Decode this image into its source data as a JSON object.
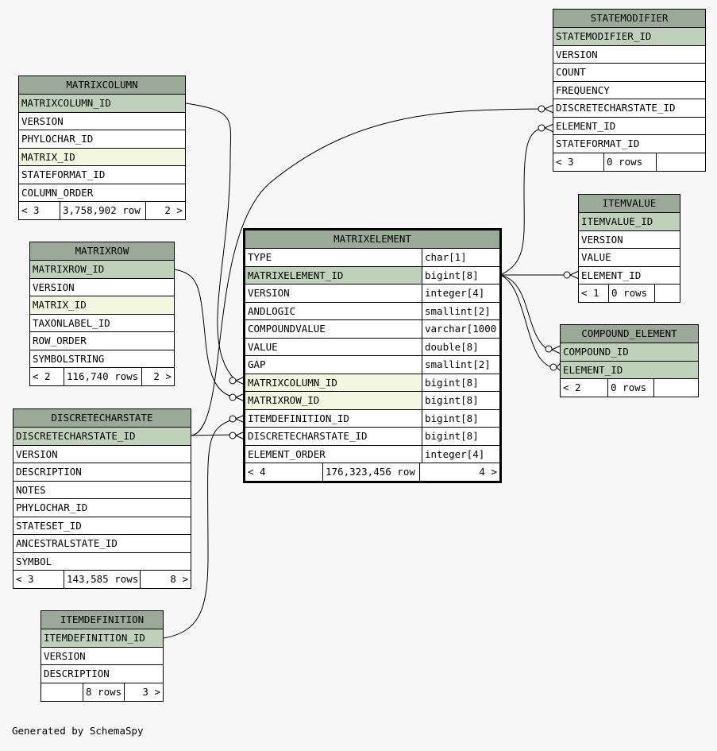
{
  "tables": {
    "statemodifier": {
      "name": "STATEMODIFIER",
      "rows": [
        {
          "name": "STATEMODIFIER_ID",
          "kind": "pk"
        },
        {
          "name": "VERSION",
          "kind": ""
        },
        {
          "name": "COUNT",
          "kind": ""
        },
        {
          "name": "FREQUENCY",
          "kind": ""
        },
        {
          "name": "DISCRETECHARSTATE_ID",
          "kind": ""
        },
        {
          "name": "ELEMENT_ID",
          "kind": ""
        },
        {
          "name": "STATEFORMAT_ID",
          "kind": ""
        }
      ],
      "footer": {
        "parents": "< 3",
        "rows": "0 rows",
        "children": ""
      }
    },
    "matrixcolumn": {
      "name": "MATRIXCOLUMN",
      "rows": [
        {
          "name": "MATRIXCOLUMN_ID",
          "kind": "pk"
        },
        {
          "name": "VERSION",
          "kind": ""
        },
        {
          "name": "PHYLOCHAR_ID",
          "kind": ""
        },
        {
          "name": "MATRIX_ID",
          "kind": "fk"
        },
        {
          "name": "STATEFORMAT_ID",
          "kind": ""
        },
        {
          "name": "COLUMN_ORDER",
          "kind": ""
        }
      ],
      "footer": {
        "parents": "< 3",
        "rows": "3,758,902 row",
        "children": "2 >"
      }
    },
    "itemvalue": {
      "name": "ITEMVALUE",
      "rows": [
        {
          "name": "ITEMVALUE_ID",
          "kind": "pk"
        },
        {
          "name": "VERSION",
          "kind": ""
        },
        {
          "name": "VALUE",
          "kind": ""
        },
        {
          "name": "ELEMENT_ID",
          "kind": ""
        }
      ],
      "footer": {
        "parents": "< 1",
        "rows": "0 rows",
        "children": ""
      }
    },
    "matrixrow": {
      "name": "MATRIXROW",
      "rows": [
        {
          "name": "MATRIXROW_ID",
          "kind": "pk"
        },
        {
          "name": "VERSION",
          "kind": ""
        },
        {
          "name": "MATRIX_ID",
          "kind": "fk"
        },
        {
          "name": "TAXONLABEL_ID",
          "kind": ""
        },
        {
          "name": "ROW_ORDER",
          "kind": ""
        },
        {
          "name": "SYMBOLSTRING",
          "kind": ""
        }
      ],
      "footer": {
        "parents": "< 2",
        "rows": "116,740 rows",
        "children": "2 >"
      }
    },
    "matrixelement": {
      "name": "MATRIXELEMENT",
      "rows": [
        {
          "name": "TYPE",
          "type": "char[1]",
          "kind": ""
        },
        {
          "name": "MATRIXELEMENT_ID",
          "type": "bigint[8]",
          "kind": "pk"
        },
        {
          "name": "VERSION",
          "type": "integer[4]",
          "kind": ""
        },
        {
          "name": "ANDLOGIC",
          "type": "smallint[2]",
          "kind": ""
        },
        {
          "name": "COMPOUNDVALUE",
          "type": "varchar[1000",
          "kind": ""
        },
        {
          "name": "VALUE",
          "type": "double[8]",
          "kind": ""
        },
        {
          "name": "GAP",
          "type": "smallint[2]",
          "kind": ""
        },
        {
          "name": "MATRIXCOLUMN_ID",
          "type": "bigint[8]",
          "kind": "fk"
        },
        {
          "name": "MATRIXROW_ID",
          "type": "bigint[8]",
          "kind": "fk"
        },
        {
          "name": "ITEMDEFINITION_ID",
          "type": "bigint[8]",
          "kind": ""
        },
        {
          "name": "DISCRETECHARSTATE_ID",
          "type": "bigint[8]",
          "kind": ""
        },
        {
          "name": "ELEMENT_ORDER",
          "type": "integer[4]",
          "kind": ""
        }
      ],
      "footer": {
        "parents": "< 4",
        "rows": "176,323,456 row",
        "children": "4 >"
      }
    },
    "compound_element": {
      "name": "COMPOUND_ELEMENT",
      "rows": [
        {
          "name": "COMPOUND_ID",
          "kind": "pk"
        },
        {
          "name": "ELEMENT_ID",
          "kind": "pk"
        }
      ],
      "footer": {
        "parents": "< 2",
        "rows": "0 rows",
        "children": ""
      }
    },
    "discretecharstate": {
      "name": "DISCRETECHARSTATE",
      "rows": [
        {
          "name": "DISCRETECHARSTATE_ID",
          "kind": "pk"
        },
        {
          "name": "VERSION",
          "kind": ""
        },
        {
          "name": "DESCRIPTION",
          "kind": ""
        },
        {
          "name": "NOTES",
          "kind": ""
        },
        {
          "name": "PHYLOCHAR_ID",
          "kind": ""
        },
        {
          "name": "STATESET_ID",
          "kind": ""
        },
        {
          "name": "ANCESTRALSTATE_ID",
          "kind": ""
        },
        {
          "name": "SYMBOL",
          "kind": ""
        }
      ],
      "footer": {
        "parents": "< 3",
        "rows": "143,585 rows",
        "children": "8 >"
      }
    },
    "itemdefinition": {
      "name": "ITEMDEFINITION",
      "rows": [
        {
          "name": "ITEMDEFINITION_ID",
          "kind": "pk"
        },
        {
          "name": "VERSION",
          "kind": ""
        },
        {
          "name": "DESCRIPTION",
          "kind": ""
        }
      ],
      "footer": {
        "parents": "",
        "rows": "8 rows",
        "children": "3 >"
      }
    }
  },
  "footer_text": "Generated by SchemaSpy",
  "colors": {
    "header": "#9baa98",
    "primary_key": "#bfd1bb",
    "foreign_key": "#f4f7e0",
    "background": "#f7f7f7"
  }
}
